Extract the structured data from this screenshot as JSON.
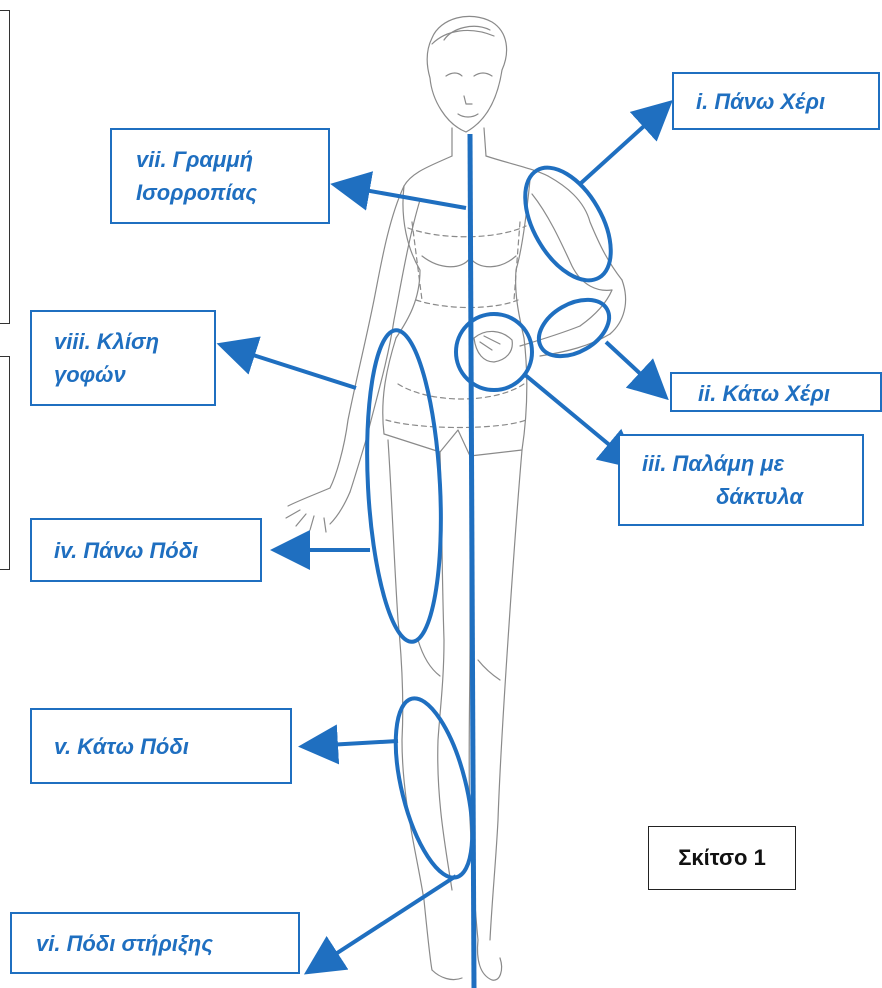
{
  "labels": {
    "upper_arm": "i. Πάνω Χέρι",
    "lower_arm": "ii. Κάτω Χέρι",
    "palm_line1": "iii. Παλάμη με",
    "palm_line2": "δάκτυλα",
    "upper_leg": "iv. Πάνω Πόδι",
    "lower_leg": "v. Κάτω Πόδι",
    "support_leg": "vi. Πόδι στήριξης",
    "balance_line1": "vii. Γραμμή",
    "balance_line2": "Ισορροπίας",
    "hip_line1": "viii. Κλίση",
    "hip_line2": "γοφών"
  },
  "caption": "Σκίτσο 1",
  "colors": {
    "accent": "#1f6fc0",
    "sketch": "#8a8a8a"
  }
}
